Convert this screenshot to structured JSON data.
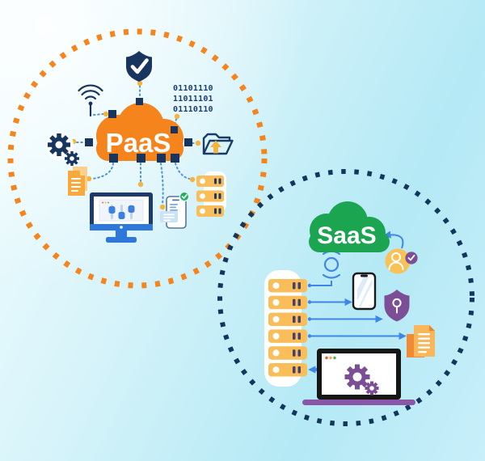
{
  "paas": {
    "label": "PaaS",
    "binary_lines": [
      "01101110",
      "11011101",
      "01110110"
    ],
    "colors": {
      "circle": "#F5841C",
      "cloud": "#F5841C",
      "label": "#FFFFFF"
    },
    "icons": [
      "shield-check",
      "binary-code",
      "wireless-antenna",
      "gears",
      "folder-upload",
      "document",
      "monitor-settings",
      "phone-chat-verified",
      "server-stack"
    ]
  },
  "saas": {
    "label": "SaaS",
    "colors": {
      "circle": "#12365E",
      "cloud": "#1BA551",
      "label": "#FFFFFF"
    },
    "icons": [
      "sync",
      "user-verified",
      "server-stack",
      "smartphone",
      "shield-keyhole",
      "documents",
      "laptop-gears"
    ]
  },
  "palette": {
    "background_top_left": "#F2FCFF",
    "background_bottom_right": "#AEE7F5",
    "navy": "#17355E",
    "connector_dotted_blue": "#4F93DC",
    "connector_solid_blue": "#3E86E8",
    "connector_dot_yellow": "#F5B33F",
    "server_yellow": "#F9BE59",
    "purple": "#7B4E95",
    "green_badge": "#23B25C",
    "document_orange": "#F9A83C"
  }
}
